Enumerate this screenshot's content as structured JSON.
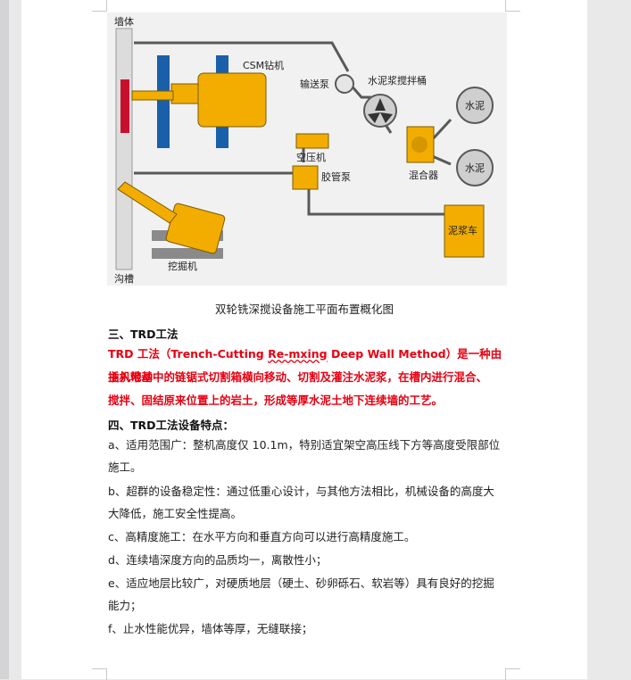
{
  "figure": {
    "labels": {
      "wall": "墙体",
      "trench": "沟槽",
      "csm": "CSM钻机",
      "pump": "输送泵",
      "mixer_bucket": "水泥浆搅拌桶",
      "cement1": "水泥",
      "cement2": "水泥",
      "compressor": "空压机",
      "hose_pump": "胶管泵",
      "mixer": "混合器",
      "excavator": "挖掘机",
      "mud_truck": "泥浆车"
    },
    "colors": {
      "yellow": "#f2ad00",
      "blue": "#1a5faa",
      "gray": "#595959",
      "red": "#c8102e"
    }
  },
  "caption": "双轮铣深搅设备施工平面布置概化图",
  "section3": {
    "heading": "三、TRD工法",
    "red_line1_a": "TRD 工法（Trench-Cutting ",
    "red_line1_b": "Re-mxing",
    "red_line1_c": " Deep Wall Method）是一种由主机带动",
    "red_line2": "插入地基中的链锯式切割箱横向移动、切割及灌注水泥浆，在槽内进行混合、",
    "red_line3": "搅拌、固结原来位置上的岩土，形成等厚水泥土地下连续墙的工艺。"
  },
  "section4": {
    "heading": "四、TRD工法设备特点：",
    "items": [
      "a、适用范围广：整机高度仅 10.1m，特别适宜架空高压线下方等高度受限部位",
      "施工。",
      "b、超群的设备稳定性：通过低重心设计，与其他方法相比，机械设备的高度大",
      "大降低，施工安全性提高。",
      "c、高精度施工：在水平方向和垂直方向可以进行高精度施工。",
      "d、连续墙深度方向的品质均一，离散性小；",
      "e、适应地层比较广，对硬质地层（硬土、砂卵砾石、软岩等）具有良好的挖掘",
      "能力；",
      "f、止水性能优异，墙体等厚，无缝联接；"
    ]
  }
}
